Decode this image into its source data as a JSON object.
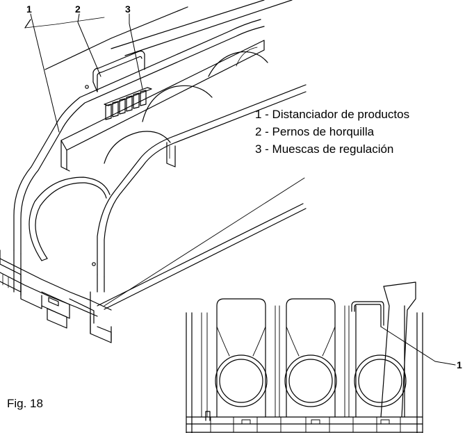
{
  "callouts": {
    "top": [
      "1",
      "2",
      "3"
    ],
    "detail": "1"
  },
  "legend": [
    "1 - Distanciador de productos",
    "2 - Pernos de horquilla",
    "3 - Muescas de regulación"
  ],
  "figure_caption": "Fig. 18"
}
